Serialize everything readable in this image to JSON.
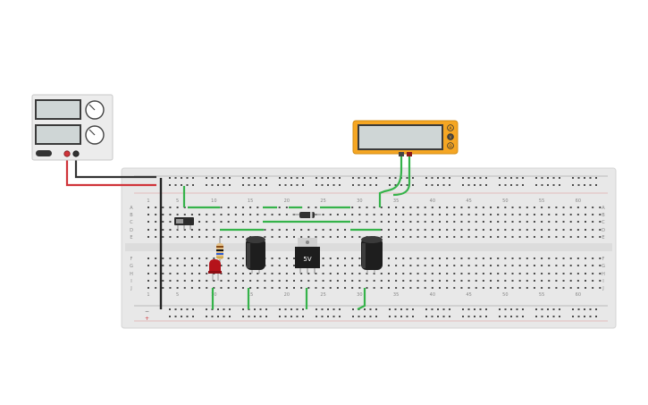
{
  "breadboard": {
    "column_numbers": [
      "1",
      "5",
      "10",
      "15",
      "20",
      "25",
      "30",
      "35",
      "40",
      "45",
      "50",
      "55",
      "60"
    ],
    "top_row_letters": [
      "A",
      "B",
      "C",
      "D",
      "E"
    ],
    "bottom_row_letters": [
      "F",
      "G",
      "H",
      "I",
      "J"
    ],
    "rail_minus": "−",
    "rail_plus": "+",
    "rail_colors": {
      "negative": "#333333",
      "positive": "#d0343a"
    }
  },
  "power_supply": {
    "display_top": "",
    "display_bottom": "",
    "power_button_label": "",
    "knob_labels": [
      "",
      ""
    ],
    "terminal_colors": {
      "positive": "#d0343a",
      "negative": "#333333"
    }
  },
  "multimeter": {
    "display_value": "",
    "mode_buttons": [
      "A",
      "V",
      "Ω"
    ],
    "body_color": "#f5a623"
  },
  "regulator": {
    "label": "5V"
  },
  "switch": {
    "label": ""
  },
  "wire_colors": {
    "green": "#35b34a",
    "red": "#d0343a",
    "black": "#333333"
  }
}
